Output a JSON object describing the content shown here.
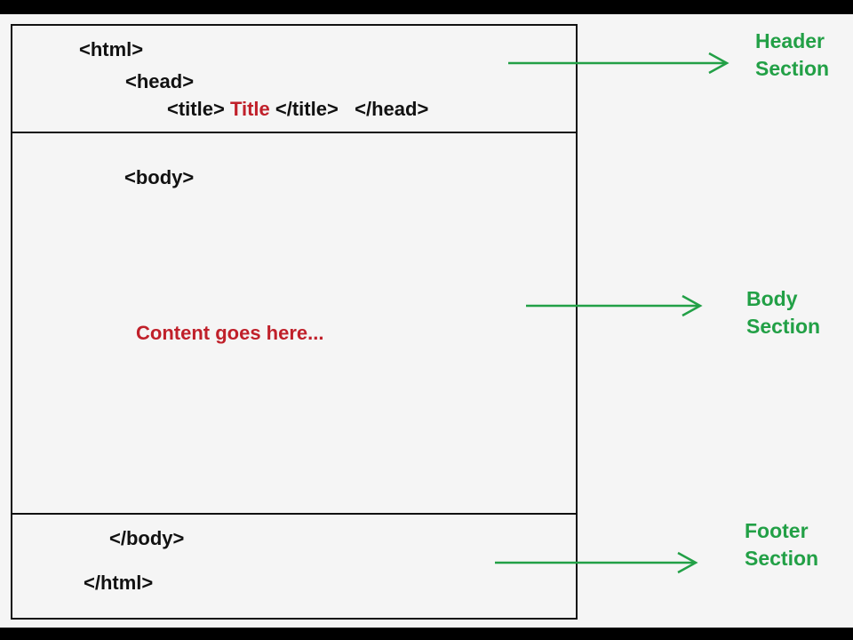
{
  "colors": {
    "frame": "#000000",
    "background": "#f5f5f5",
    "box_border": "#111111",
    "code_text": "#111111",
    "highlight_text": "#c0202a",
    "annotation": "#22a046"
  },
  "header": {
    "html_open": "<html>",
    "head_open": "<head>",
    "title_open": "<title>",
    "title_text": "Title",
    "title_close": "</title>",
    "head_close": "</head>"
  },
  "body": {
    "body_open": "<body>",
    "content": "Content goes here..."
  },
  "footer": {
    "body_close": "</body>",
    "html_close": "</html>"
  },
  "labels": {
    "header": {
      "line1": "Header",
      "line2": "Section"
    },
    "body": {
      "line1": "Body",
      "line2": "Section"
    },
    "footer": {
      "line1": "Footer",
      "line2": "Section"
    }
  }
}
